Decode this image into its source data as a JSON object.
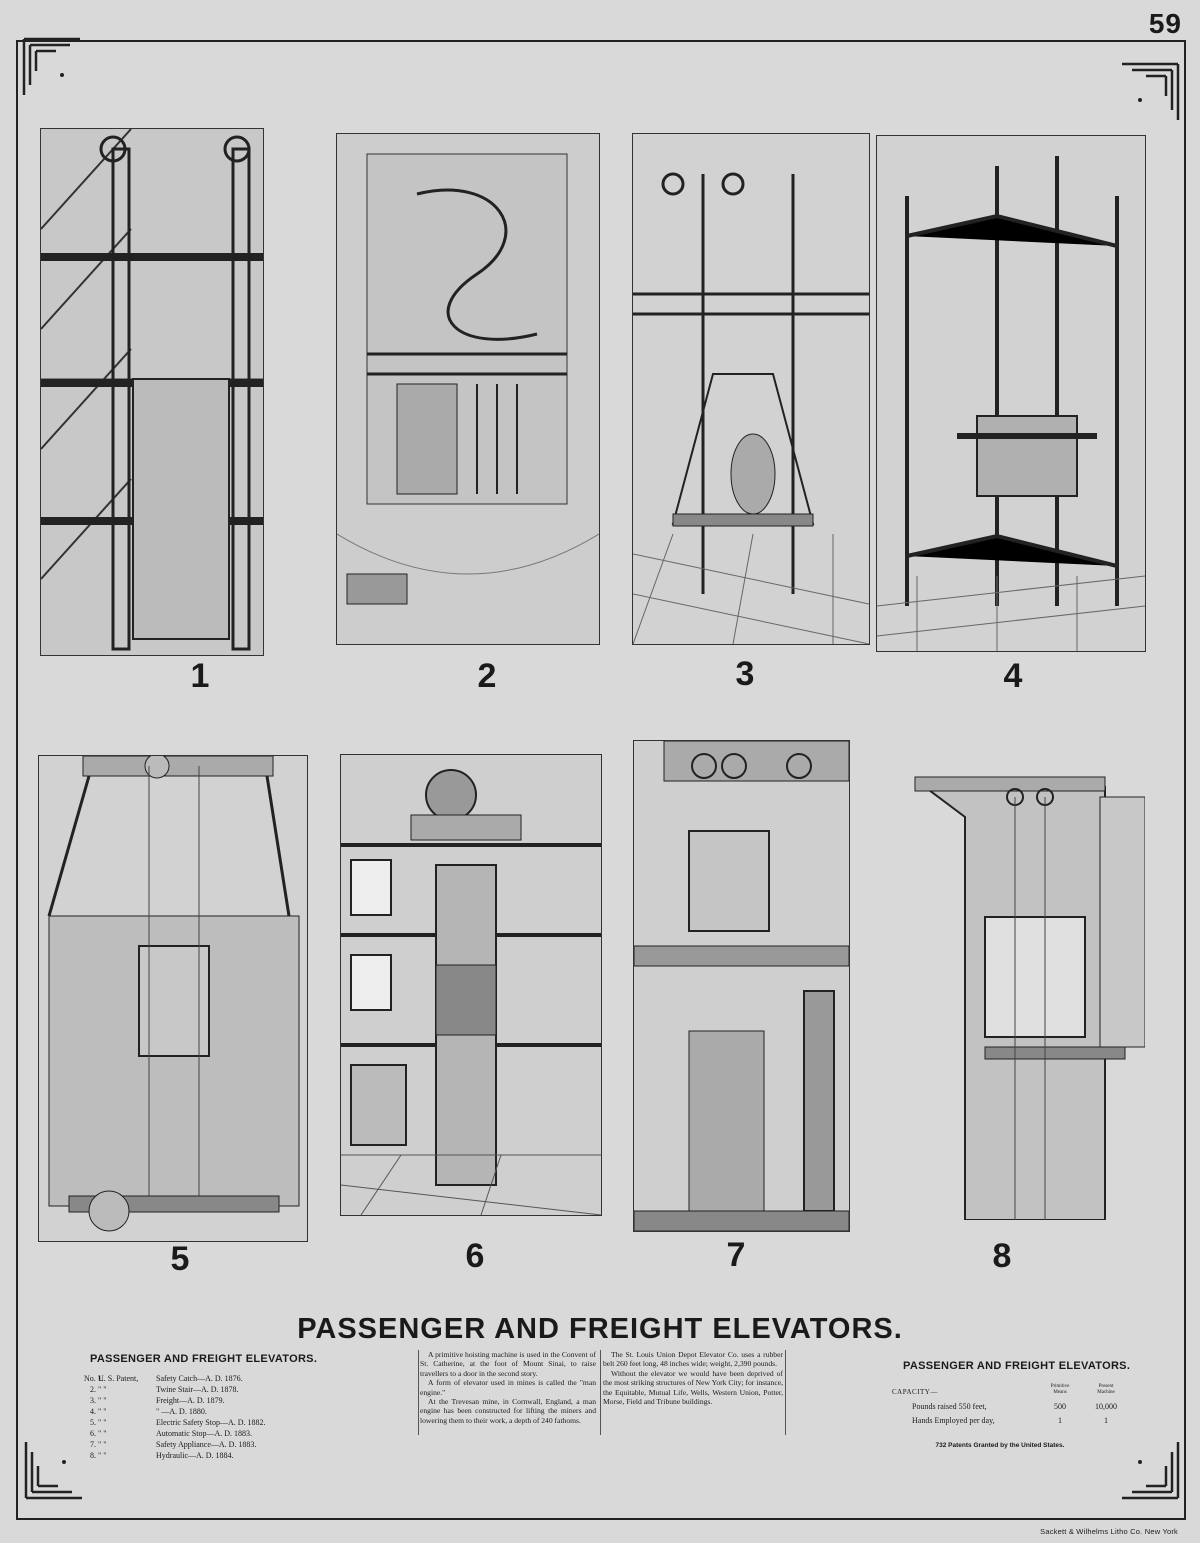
{
  "page_number": "59",
  "main_title": "PASSENGER AND FREIGHT ELEVATORS.",
  "figures": [
    {
      "number": "1"
    },
    {
      "number": "2"
    },
    {
      "number": "3"
    },
    {
      "number": "4"
    },
    {
      "number": "5"
    },
    {
      "number": "6"
    },
    {
      "number": "7"
    },
    {
      "number": "8"
    }
  ],
  "left_column": {
    "heading": "PASSENGER AND FREIGHT ELEVATORS.",
    "patents": [
      {
        "no": "No. 1.",
        "label": "U. S. Patent,",
        "text": "Safety Catch—A. D. 1876."
      },
      {
        "no": "2.",
        "label": "\"    \"",
        "text": "Twine Stair—A. D. 1878."
      },
      {
        "no": "3.",
        "label": "\"    \"",
        "text": "Freight—A. D. 1879."
      },
      {
        "no": "4.",
        "label": "\"    \"",
        "text": "\"   —A. D. 1880."
      },
      {
        "no": "5.",
        "label": "\"    \"",
        "text": "Electric Safety Stop—A. D. 1882."
      },
      {
        "no": "6.",
        "label": "\"    \"",
        "text": "Automatic Stop—A. D. 1883."
      },
      {
        "no": "7.",
        "label": "\"    \"",
        "text": "Safety Appliance—A. D. 1883."
      },
      {
        "no": "8.",
        "label": "\"    \"",
        "text": "Hydraulic—A. D. 1884."
      }
    ]
  },
  "middle_column_a": {
    "paragraphs": [
      "A primitive hoisting machine is used in the Convent of St. Catherine, at the foot of Mount Sinai, to raise travellers to a door in the second story.",
      "A form of elevator used in mines is called the \"man engine.\"",
      "At the Trevesan mine, in Cornwall, England, a man engine has been constructed for lifting the miners and lowering them to their work, a depth of 240 fathoms."
    ]
  },
  "middle_column_b": {
    "paragraphs": [
      "The St. Louis Union Depot Elevator Co. uses a rubber belt 260 feet long, 48 inches wide; weight, 2,390 pounds.",
      "Without the elevator we would have been deprived of the most striking structures of New York City; for instance, the Equitable, Mutual Life, Wells, Western Union, Potter, Morse, Field and Tribune buildings."
    ]
  },
  "right_column": {
    "heading": "PASSENGER AND FREIGHT ELEVATORS.",
    "capacity_label": "CAPACITY—",
    "col1_header": "Primitive Means",
    "col2_header": "Present Machine",
    "rows": [
      {
        "label": "Pounds raised 550 feet,",
        "v1": "500",
        "v2": "10,000"
      },
      {
        "label": "Hands Employed per day,",
        "v1": "1",
        "v2": "1"
      }
    ],
    "footer": "732 Patents Granted by the United States."
  },
  "imprint": "Sackett & Wilhelms Litho Co. New York",
  "colors": {
    "paper": "#d9d9d9",
    "ink": "#1a1a1a"
  }
}
